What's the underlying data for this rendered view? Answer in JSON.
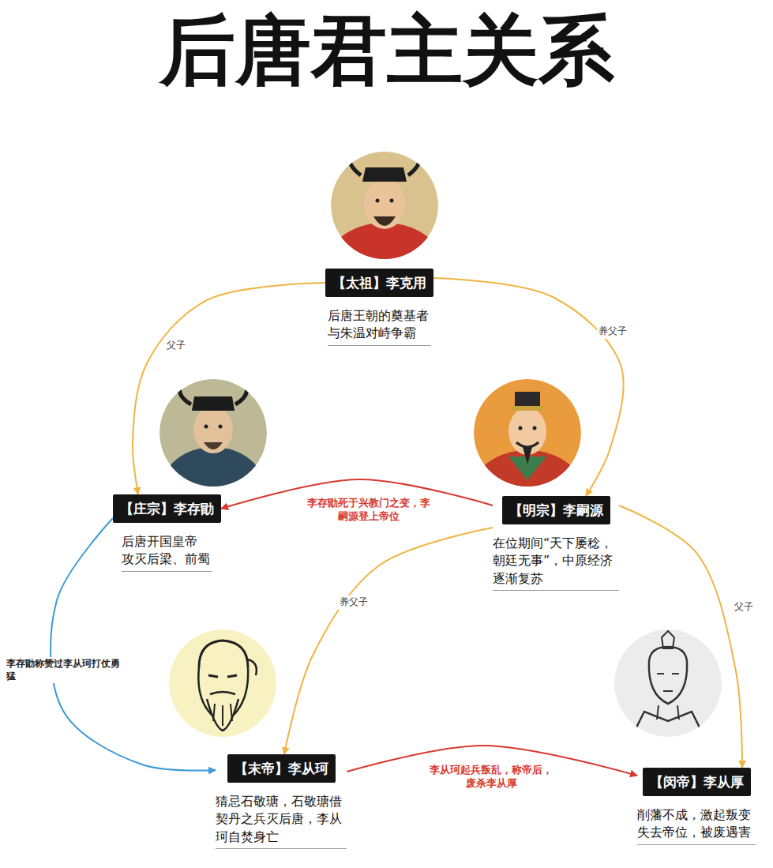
{
  "diagram": {
    "title": "后唐君主关系",
    "nodes": [
      {
        "text": [
          "【太祖】李克用",
          "后唐王朝的奠基者 与朱温对峙争霸"
        ]
      },
      {
        "text": [
          "【庄宗】李存勖",
          "后唐开国皇帝 攻灭后梁、前蜀"
        ]
      },
      {
        "text": [
          "【明宗】李嗣源",
          "在位期间“天下屡稔， 朝廷无事”，中原经济 逐渐复苏"
        ]
      },
      {
        "text": [
          "【末帝】李从珂",
          "猜忌石敬瑭，石敬瑭借 契丹之兵灭后唐，李从 珂自焚身亡"
        ]
      },
      {
        "text": [
          "【闵帝】李从厚",
          "削藩不成，激起叛变 失去帝位，被废遇害"
        ]
      }
    ],
    "edges": [
      {
        "from": 0,
        "to": 1,
        "label": "父子",
        "arrow": "to"
      },
      {
        "from": 0,
        "to": 2,
        "label": "养父子",
        "arrow": "to"
      },
      {
        "from": 2,
        "to": 1,
        "label": "李存勖死于兴教门之变，李 嗣源登上帝位",
        "arrow": "to"
      },
      {
        "from": 1,
        "to": 3,
        "label": "李存勖称赞过李从珂打仗勇 猛",
        "arrow": "to"
      },
      {
        "from": 2,
        "to": 3,
        "label": "养父子",
        "arrow": "to"
      },
      {
        "from": 2,
        "to": 4,
        "label": "父子",
        "arrow": "to"
      },
      {
        "from": 3,
        "to": 4,
        "label": "李从珂起兵叛乱，称帝后， 废杀李从厚",
        "arrow": "to"
      }
    ]
  }
}
